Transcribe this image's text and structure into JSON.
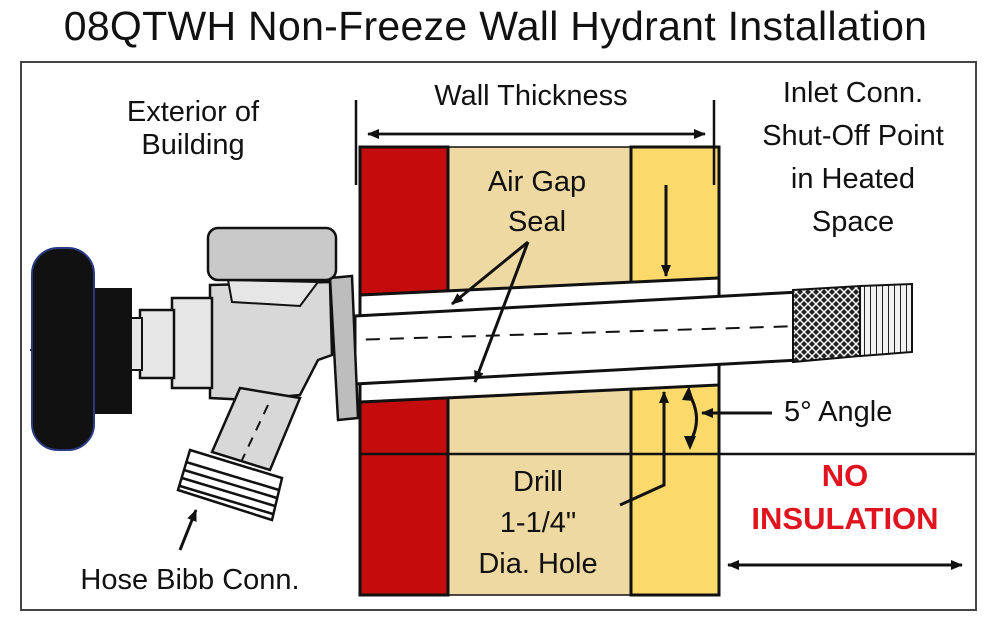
{
  "title": "08QTWH Non-Freeze Wall Hydrant Installation",
  "labels": {
    "exterior_line1": "Exterior of",
    "exterior_line2": "Building",
    "wall_thickness": "Wall Thickness",
    "inlet_line1": "Inlet Conn.",
    "inlet_line2": "Shut-Off Point",
    "inlet_line3": "in Heated",
    "inlet_line4": "Space",
    "air_gap_line1": "Air Gap",
    "air_gap_line2": "Seal",
    "angle": "5° Angle",
    "no_insulation_line1": "NO",
    "no_insulation_line2": "INSULATION",
    "drill_line1": "Drill",
    "drill_line2": "1-1/4\"",
    "drill_line3": "Dia. Hole",
    "hose_bibb": "Hose Bibb Conn."
  },
  "colors": {
    "brick": "#c40c0c",
    "sheathing": "#efd9a3",
    "stud": "#fbd96a",
    "alert_text": "#e0141e",
    "valve_body": "#d8d8d8",
    "handle": "#111111"
  }
}
